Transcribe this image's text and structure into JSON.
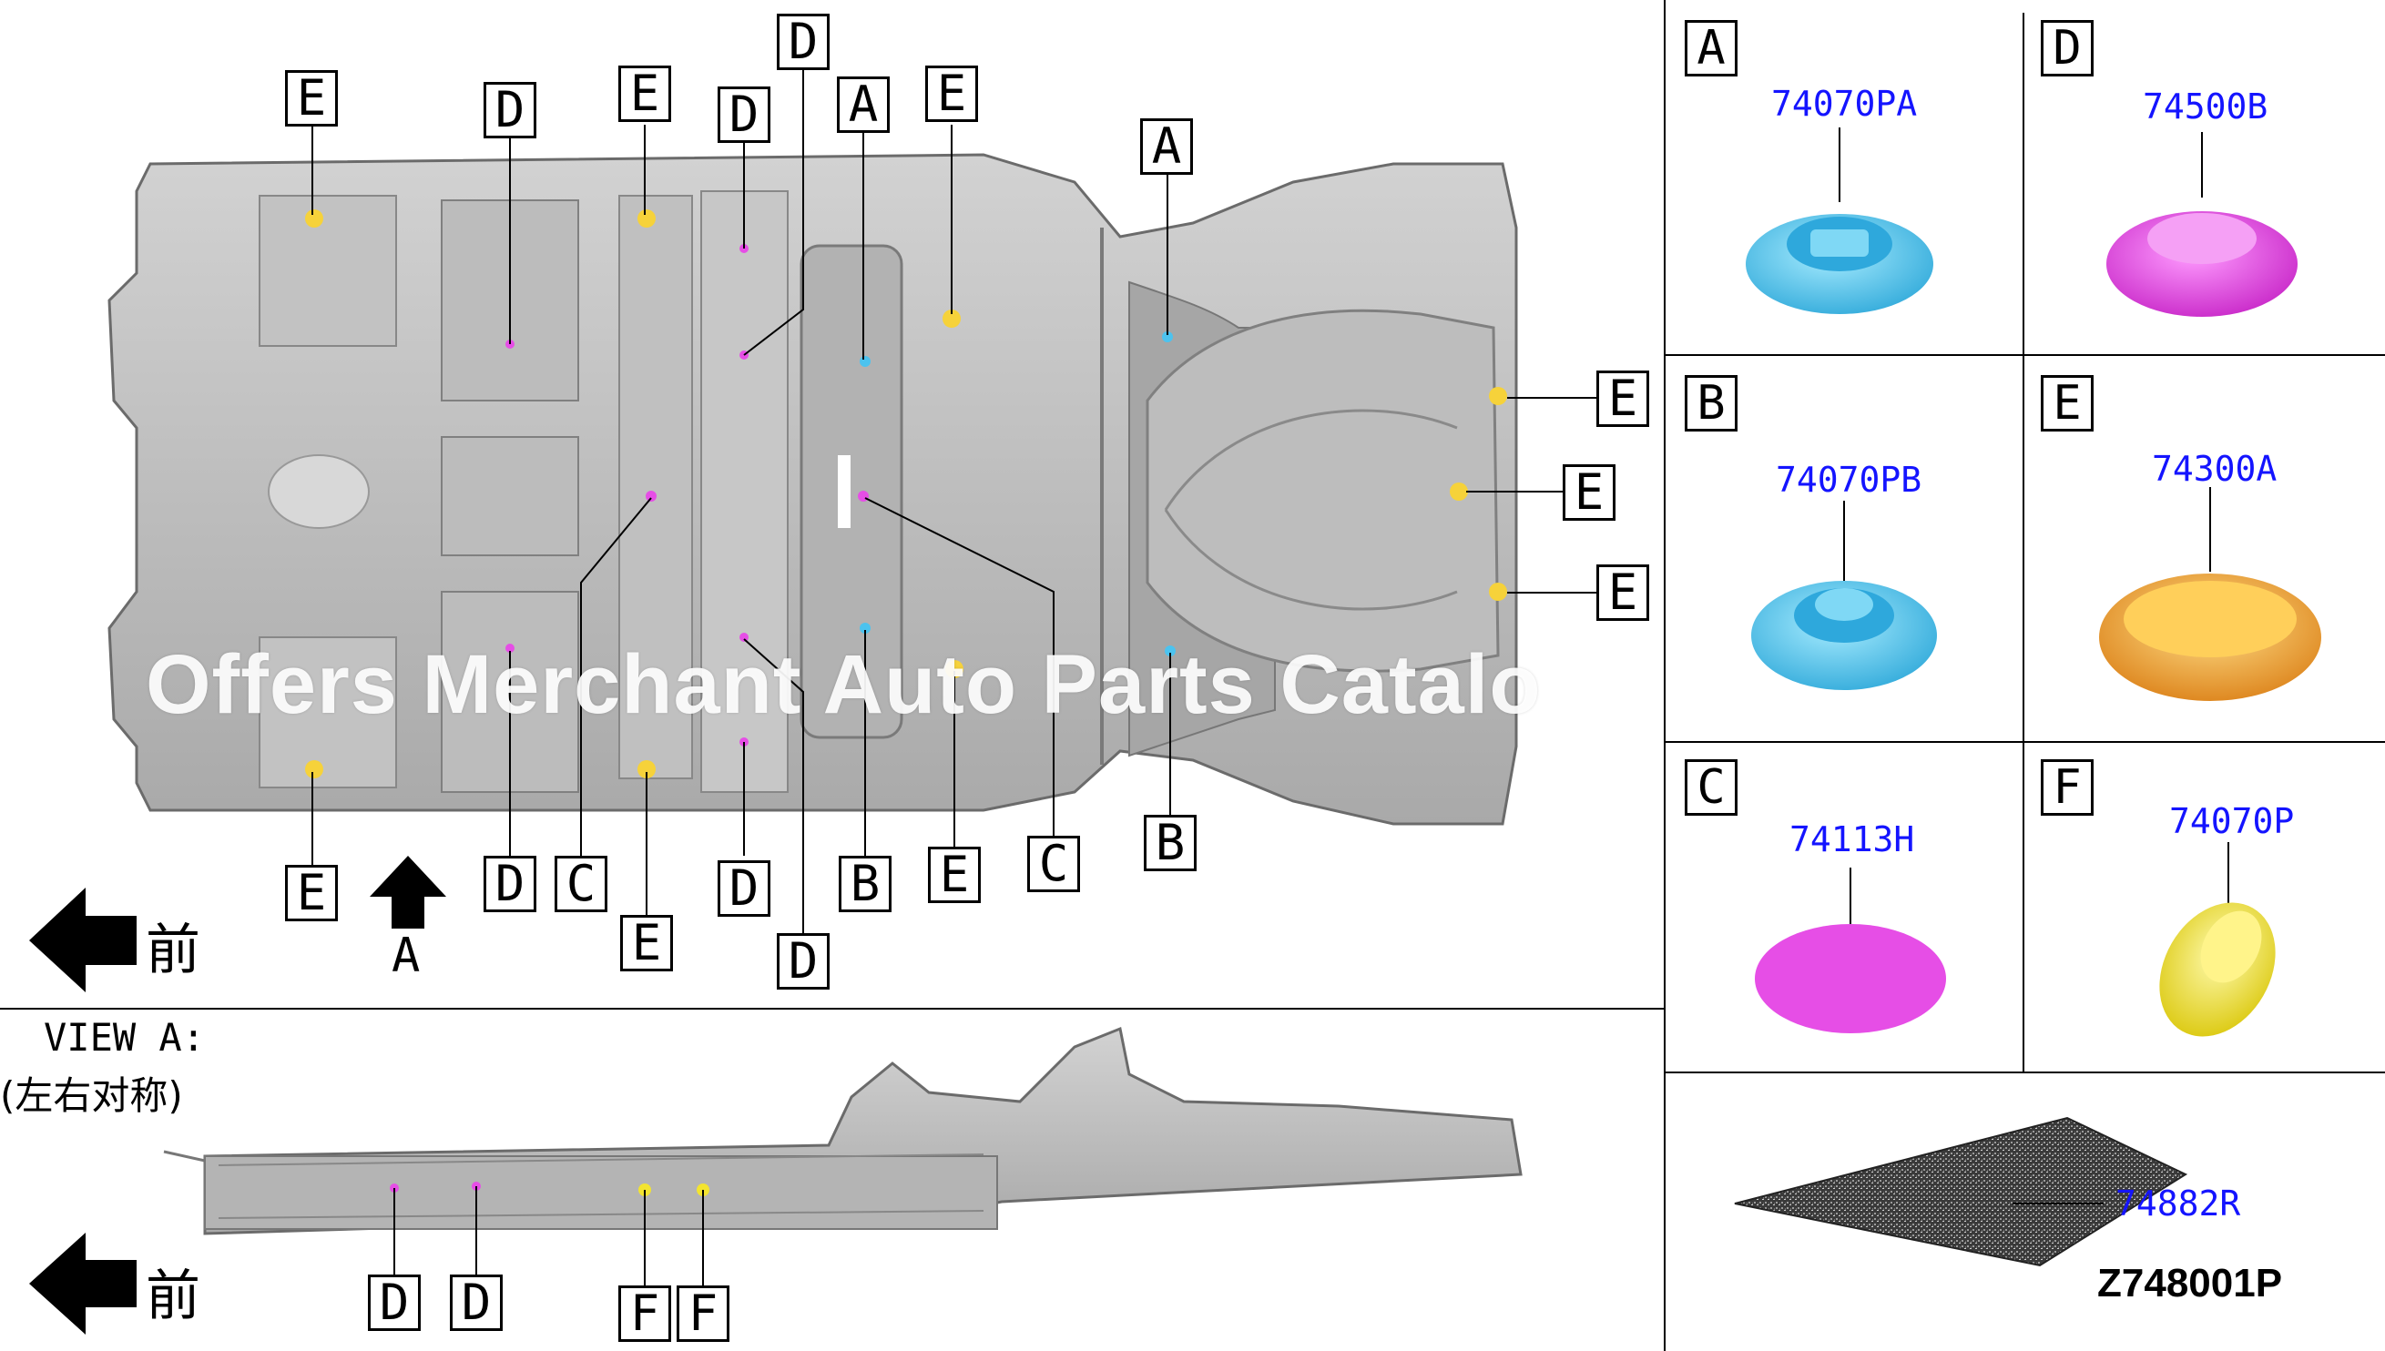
{
  "diagram_number": "Z748001P",
  "view_a": {
    "title": "VIEW A:",
    "note": "(左右对称)"
  },
  "front_label": "前",
  "view_arrow_label": "A",
  "watermark": "Offers Merchant Auto Parts Catalo",
  "parts": [
    {
      "letter": "A",
      "part_number": "74070PA",
      "color": "#4cc3ef"
    },
    {
      "letter": "D",
      "part_number": "74500B",
      "color": "#e64ee6"
    },
    {
      "letter": "B",
      "part_number": "74070PB",
      "color": "#4cc3ef"
    },
    {
      "letter": "E",
      "part_number": "74300A",
      "color": "#f0b030"
    },
    {
      "letter": "C",
      "part_number": "74113H",
      "color": "#e64ee6"
    },
    {
      "letter": "F",
      "part_number": "74070P",
      "color": "#f3e430"
    }
  ],
  "mat_part_number": "74882R",
  "colors": {
    "line": "#000000",
    "part_number_text": "#1414ff",
    "body_gray": "#b9b9b9"
  }
}
